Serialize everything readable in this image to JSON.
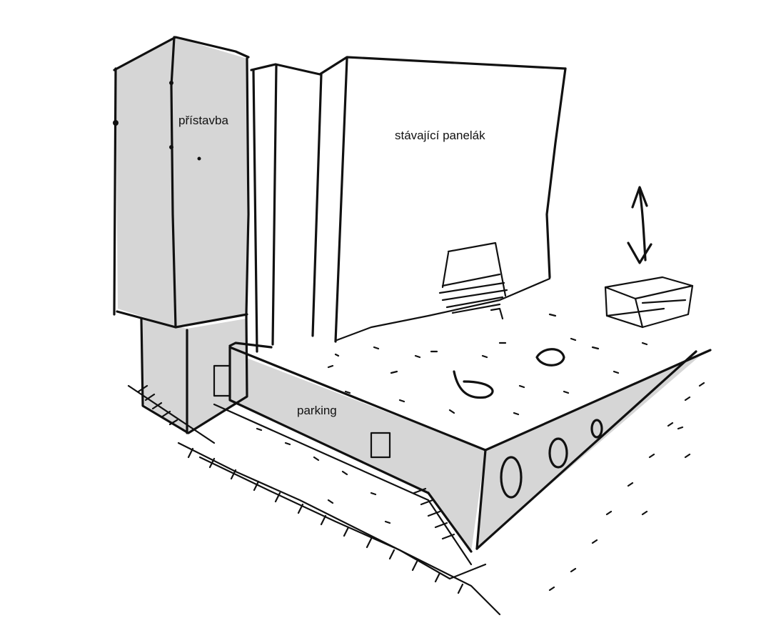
{
  "labels": {
    "addition": "přístavba",
    "existing_building": "stávající panelák",
    "parking": "parking"
  },
  "colors": {
    "ink": "#111111",
    "fill": "#d6d6d6",
    "paper": "#ffffff"
  }
}
